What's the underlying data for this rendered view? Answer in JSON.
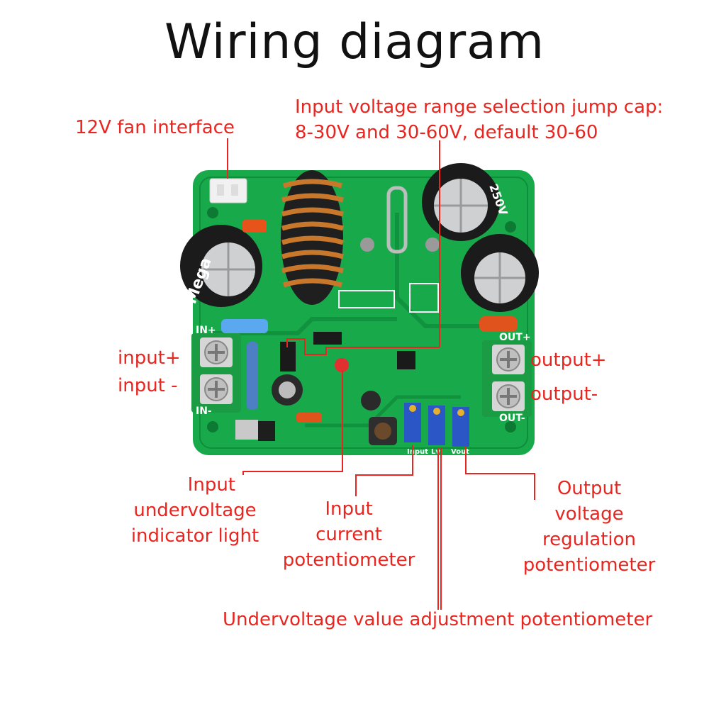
{
  "title": "Wiring diagram",
  "labels": {
    "fan": "12V fan interface",
    "jump_cap_line1": "Input voltage range selection jump cap:",
    "jump_cap_line2": "8-30V and 30-60V, default 30-60",
    "input_plus": "input+",
    "input_minus": "input -",
    "output_plus": "output+",
    "output_minus": "output-",
    "uv_light": [
      "Input",
      "undervoltage",
      "indicator light"
    ],
    "input_current": [
      "Input",
      "current",
      "potentiometer"
    ],
    "output_voltage": [
      "Output",
      "voltage",
      "regulation",
      "potentiometer"
    ],
    "uv_adjust": "Undervoltage value adjustment potentiometer"
  },
  "board_silk": {
    "in_plus": "IN+",
    "in_minus": "IN-",
    "out_plus": "OUT+",
    "out_minus": "OUT-",
    "pot1": "Input",
    "pot2": "Lv",
    "pot3": "Vout",
    "cap_top": "250V",
    "cap_left": "Mega"
  },
  "colors": {
    "label_red": "#e8251f",
    "pcb_green": "#17a84a",
    "pcb_dark": "#0e8a38",
    "terminal_green": "#1a9b44",
    "copper": "#c9772a",
    "pot_blue": "#2a56c6"
  }
}
